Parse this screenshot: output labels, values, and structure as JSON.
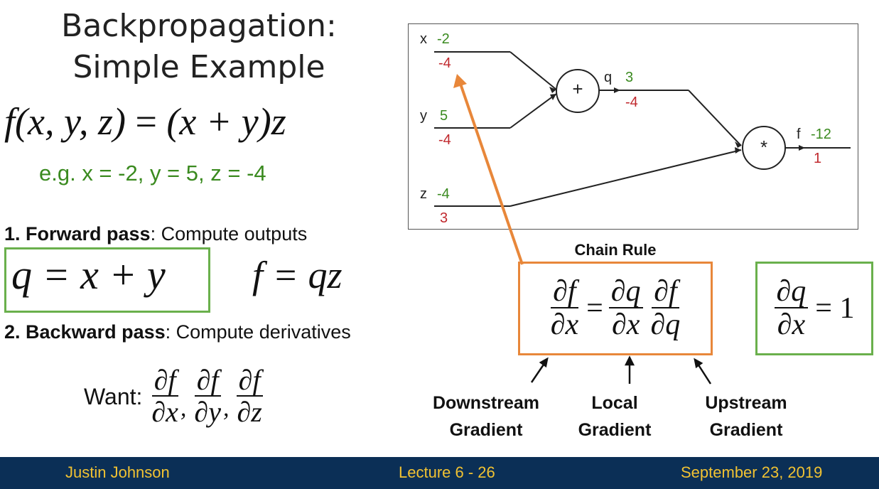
{
  "title": {
    "line1": "Backpropagation:",
    "line2": "Simple Example"
  },
  "function": {
    "lhs": "f(x, y, z)",
    "eq": "=",
    "rhs": "(x + y)z"
  },
  "example_values": "e.g. x = -2, y = 5, z = -4",
  "forward_pass": {
    "bold": "1. Forward pass",
    "rest": ": Compute outputs"
  },
  "equations": {
    "q_eq": "q = x + y",
    "f_eq": "f = qz"
  },
  "backward_pass": {
    "bold": "2. Backward pass",
    "rest": ": Compute derivatives"
  },
  "want": {
    "label": "Want:",
    "terms": [
      {
        "num": "∂f",
        "den": "∂x",
        "sep": ","
      },
      {
        "num": "∂f",
        "den": "∂y",
        "sep": ","
      },
      {
        "num": "∂f",
        "den": "∂z",
        "sep": ""
      }
    ]
  },
  "graph": {
    "x": {
      "label": "x",
      "forward": "-2",
      "grad": "-4"
    },
    "y": {
      "label": "y",
      "forward": "5",
      "grad": "-4"
    },
    "z": {
      "label": "z",
      "forward": "-4",
      "grad": "3"
    },
    "q": {
      "label": "q",
      "forward": "3",
      "grad": "-4"
    },
    "f": {
      "label": "f",
      "forward": "-12",
      "grad": "1"
    },
    "plus_node": "+",
    "mul_node": "*"
  },
  "chain_rule": {
    "title": "Chain Rule",
    "lhs": {
      "num": "∂f",
      "den": "∂x"
    },
    "eq": "=",
    "r1": {
      "num": "∂q",
      "den": "∂x"
    },
    "r2": {
      "num": "∂f",
      "den": "∂q"
    }
  },
  "local_grad": {
    "num": "∂q",
    "den": "∂x",
    "eq": "= 1"
  },
  "gradient_labels": {
    "downstream": {
      "l1": "Downstream",
      "l2": "Gradient"
    },
    "local": {
      "l1": "Local",
      "l2": "Gradient"
    },
    "upstream": {
      "l1": "Upstream",
      "l2": "Gradient"
    }
  },
  "footer": {
    "author": "Justin Johnson",
    "lecture": "Lecture 6 - 26",
    "date": "September 23, 2019"
  },
  "colors": {
    "forward": "#3a8a1f",
    "gradient": "#c0282d",
    "orange_box": "#e8873a",
    "green_box": "#6ab04c",
    "footer_bg": "#0b2f56",
    "footer_text": "#f1c232"
  }
}
